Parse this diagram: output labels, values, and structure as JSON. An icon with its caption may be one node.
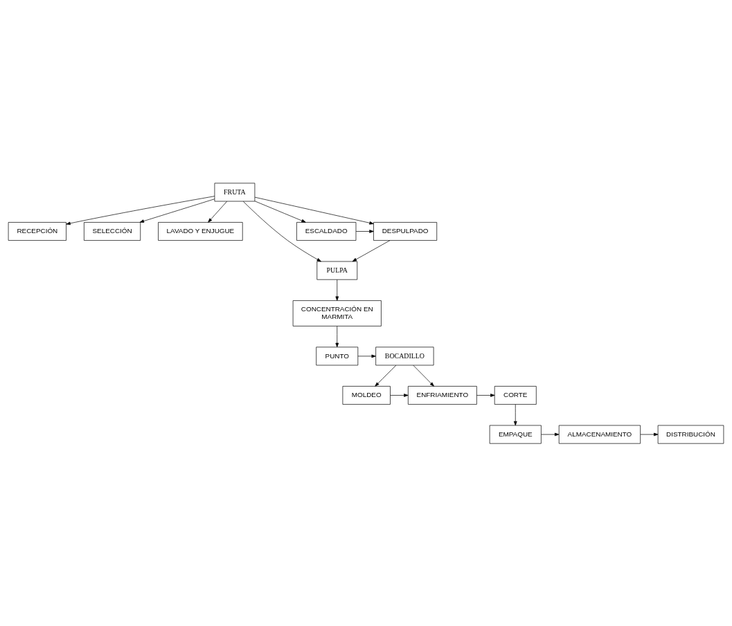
{
  "diagram": {
    "nodes": [
      {
        "text": [
          "RECEPCIÓN"
        ]
      },
      {
        "text": [
          "SELECCIÓN"
        ]
      },
      {
        "text": [
          "LAVADO Y ENJUGUE"
        ]
      },
      {
        "text": [
          "FRUTA"
        ]
      },
      {
        "text": [
          "PULPA"
        ]
      },
      {
        "text": [
          "ESCALDADO"
        ]
      },
      {
        "text": [
          "DESPULPADO"
        ]
      },
      {
        "text": [
          "CONCENTRACIÓN EN MARMITA"
        ]
      },
      {
        "text": [
          "BOCADILLO"
        ]
      },
      {
        "text": [
          "PUNTO"
        ]
      },
      {
        "text": [
          "MOLDEO"
        ]
      },
      {
        "text": [
          "ENFRIAMIENTO"
        ]
      },
      {
        "text": [
          "CORTE"
        ]
      },
      {
        "text": [
          "DISTRIBUCIÓN"
        ]
      },
      {
        "text": [
          "ALMACENAMIENTO"
        ]
      },
      {
        "text": [
          "EMPAQUE"
        ]
      }
    ],
    "edges": [
      {
        "from": 3,
        "to": 0,
        "arrow": "to"
      },
      {
        "from": 3,
        "to": 1,
        "arrow": "to"
      },
      {
        "from": 3,
        "to": 2,
        "arrow": "to"
      },
      {
        "from": 3,
        "to": 4,
        "arrow": "to"
      },
      {
        "from": 3,
        "to": 5,
        "arrow": "to"
      },
      {
        "from": 3,
        "to": 6,
        "arrow": "to"
      },
      {
        "from": 5,
        "to": 6,
        "arrow": "to"
      },
      {
        "from": 6,
        "to": 4,
        "arrow": "to"
      },
      {
        "from": 4,
        "to": 7,
        "arrow": "to"
      },
      {
        "from": 7,
        "to": 9,
        "arrow": "to"
      },
      {
        "from": 9,
        "to": 8,
        "arrow": "to"
      },
      {
        "from": 8,
        "to": 10,
        "arrow": "to"
      },
      {
        "from": 8,
        "to": 11,
        "arrow": "to"
      },
      {
        "from": 10,
        "to": 11,
        "arrow": "to"
      },
      {
        "from": 11,
        "to": 12,
        "arrow": "to"
      },
      {
        "from": 12,
        "to": 15,
        "arrow": "to"
      },
      {
        "from": 15,
        "to": 14,
        "arrow": "to"
      },
      {
        "from": 14,
        "to": 13,
        "arrow": "to"
      }
    ]
  }
}
